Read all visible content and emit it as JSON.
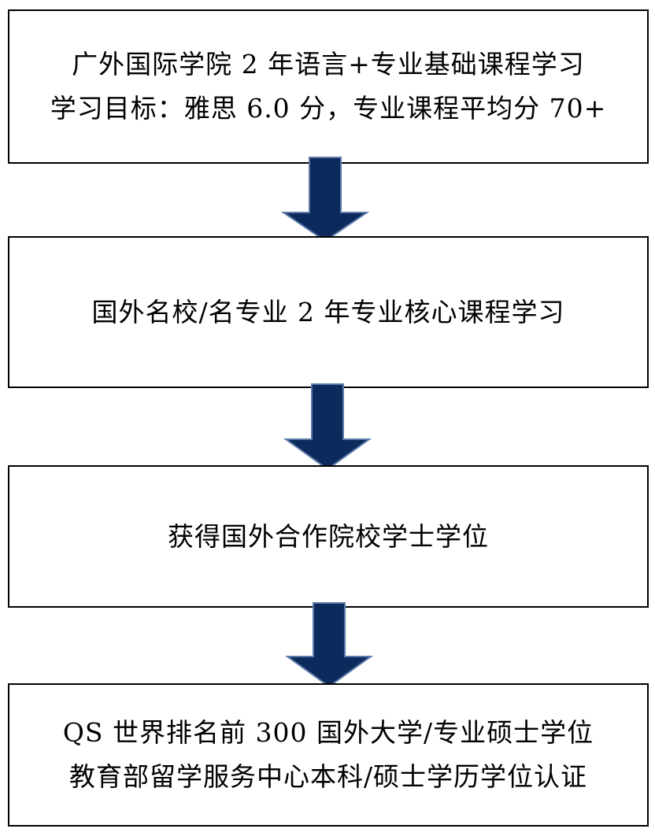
{
  "steps": [
    {
      "lines": [
        "广外国际学院 2 年语言+专业基础课程学习",
        "学习目标：雅思 6.0 分，专业课程平均分 70+"
      ]
    },
    {
      "lines": [
        "国外名校/名专业 2 年专业核心课程学习"
      ]
    },
    {
      "lines": [
        "获得国外合作院校学士学位"
      ]
    },
    {
      "lines": [
        "QS 世界排名前 300 国外大学/专业硕士学位",
        "教育部留学服务中心本科/硕士学历学位认证"
      ]
    }
  ],
  "colors": {
    "arrow_fill": "#0d2a5c",
    "arrow_edge": "#5a7aa8",
    "box_border": "#000000"
  }
}
